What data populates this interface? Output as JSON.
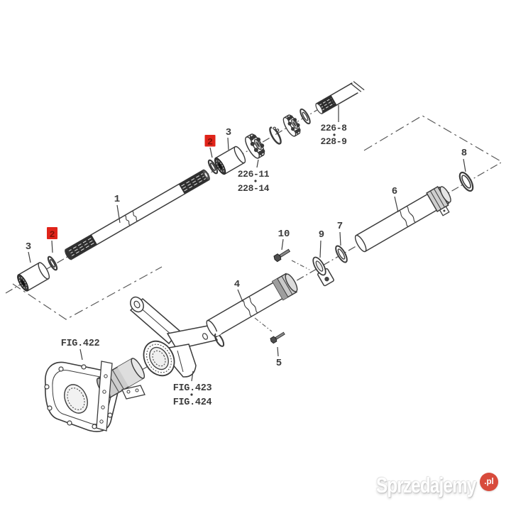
{
  "diagram": {
    "callout_1": "1",
    "callout_3": "3",
    "callout_4": "4",
    "callout_5": "5",
    "callout_6": "6",
    "callout_7": "7",
    "callout_8": "8",
    "callout_9": "9",
    "callout_10": "10",
    "ref_bearing_line1": "226-11",
    "ref_bearing_line2": "228-14",
    "ref_coupling_line1": "226-8",
    "ref_coupling_line2": "228-9",
    "fig_housing": "FIG.422",
    "fig_knuckle_line1": "FIG.423",
    "fig_knuckle_line2": "FIG.424"
  },
  "highlight": {
    "badge_value": "2",
    "badge_color": "#e0241a",
    "badge_text_color": "#7d1208"
  },
  "watermark": {
    "brand": "Sprzedajemy",
    "suffix": ".pl",
    "badge_color": "#d84b3c"
  },
  "colors": {
    "line": "#3b3b3b",
    "background": "#ffffff"
  }
}
